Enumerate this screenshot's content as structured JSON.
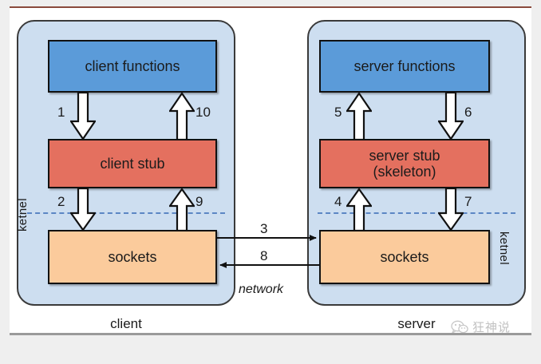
{
  "diagram": {
    "title": "RPC client-server socket layering diagram",
    "colors": {
      "panel_background": "#cddef0",
      "functions_box": "#5b9bd9",
      "stub_box": "#e4705f",
      "sockets_box": "#fbcb9c",
      "kernel_dashed_line": "#5b86c4",
      "card_background": "#ffffff",
      "page_background": "#efefef"
    },
    "client": {
      "caption": "client",
      "kernel_label": "ketnel",
      "boxes": {
        "functions": "client functions",
        "stub": "client stub",
        "sockets": "sockets"
      },
      "steps": {
        "down_to_stub": "1",
        "up_to_functions": "10",
        "down_to_sockets": "2",
        "up_to_stub": "9"
      }
    },
    "server": {
      "caption": "server",
      "kernel_label": "ketnel",
      "boxes": {
        "functions": "server functions",
        "stub_line1": "server stub",
        "stub_line2": "(skeleton)",
        "sockets": "sockets"
      },
      "steps": {
        "up_to_functions": "5",
        "down_to_stub": "6",
        "up_to_stub": "4",
        "down_to_sockets": "7"
      }
    },
    "network": {
      "label": "network",
      "request_step": "3",
      "reply_step": "8"
    },
    "watermark": {
      "text": "狂神说",
      "icon": "wechat-icon"
    }
  }
}
